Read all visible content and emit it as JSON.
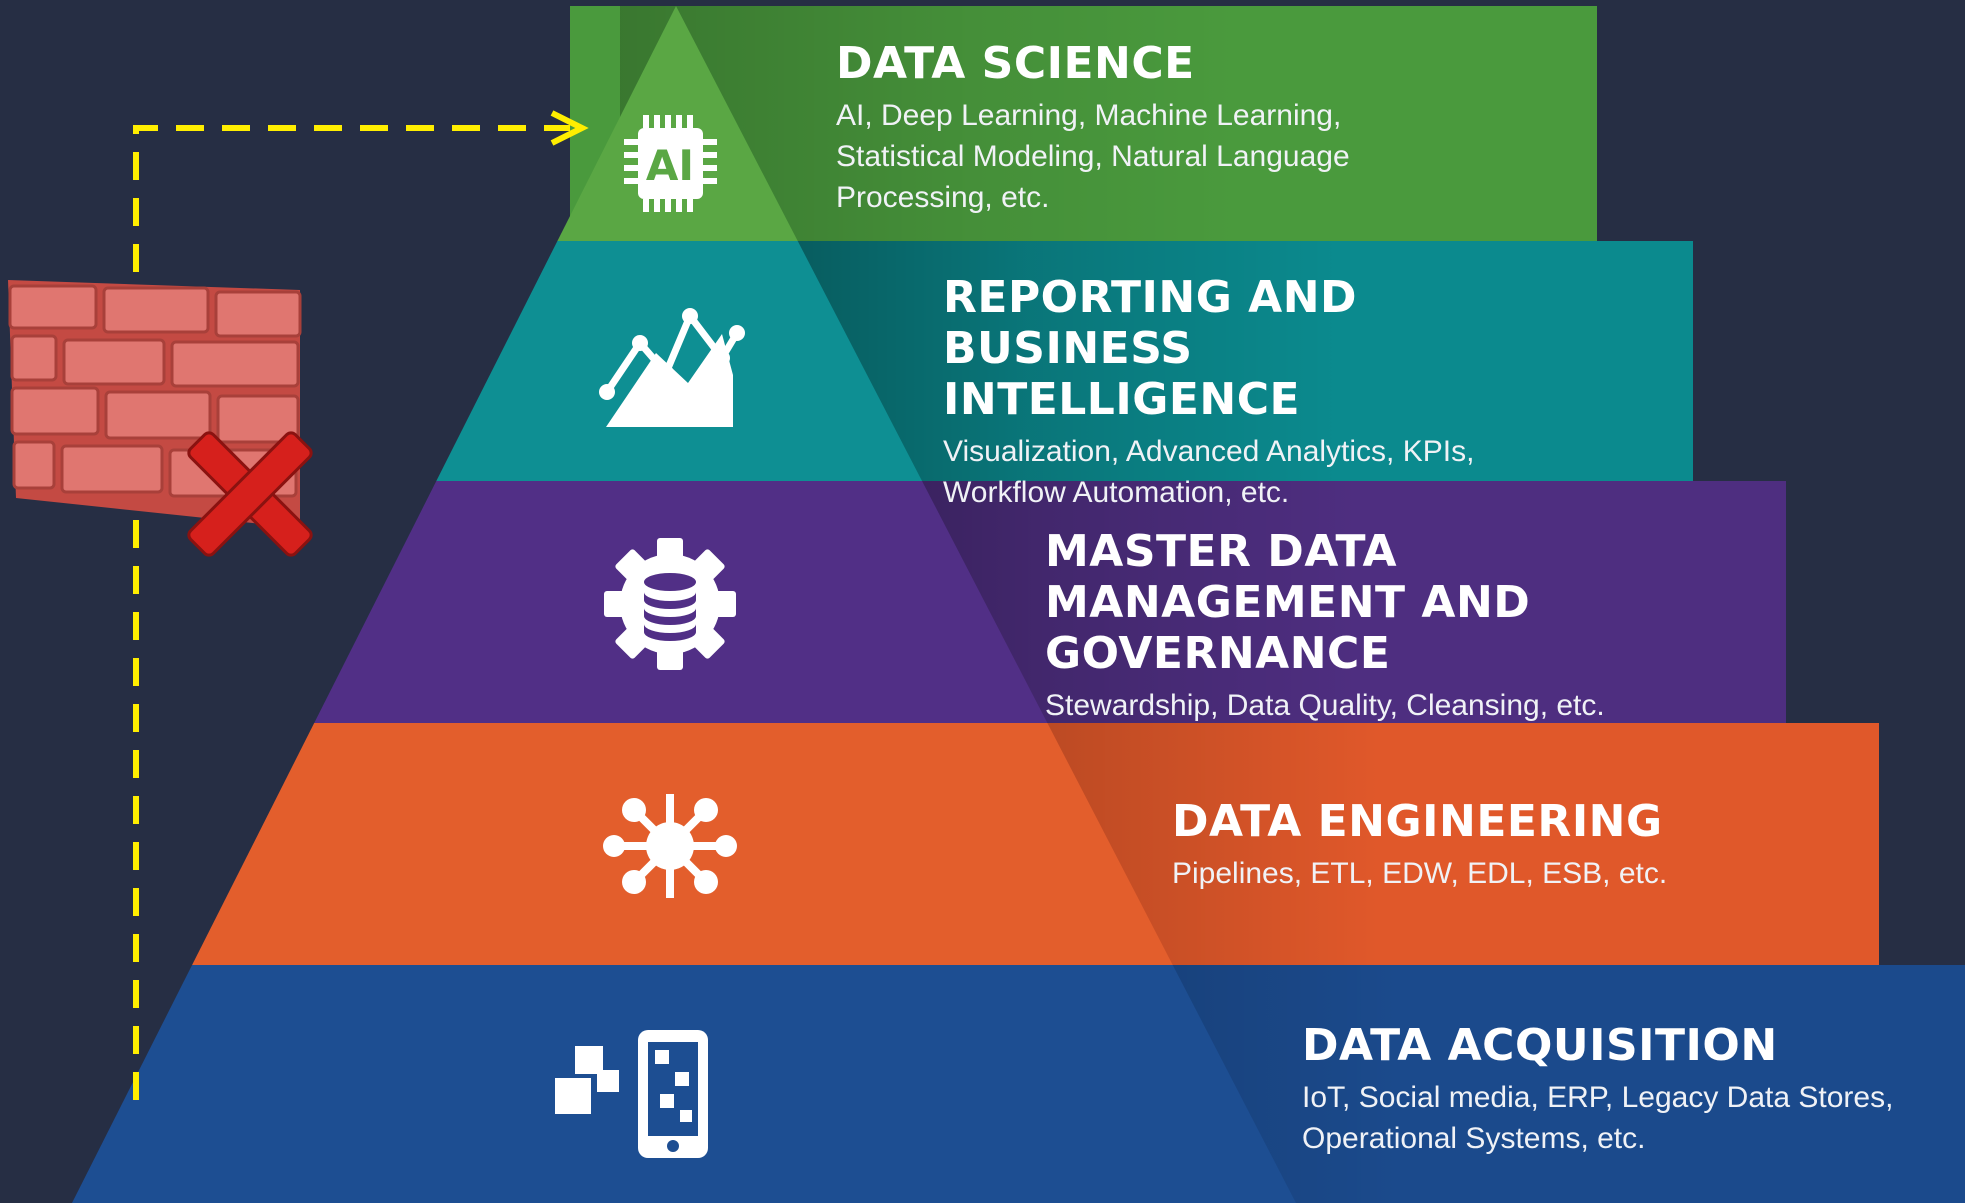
{
  "layers": [
    {
      "title": "DATA SCIENCE",
      "description": "AI, Deep Learning, Machine Learning, Statistical Modeling, Natural Language Processing, etc.",
      "color": "#4a9a3d",
      "icon": "ai-chip-icon",
      "icon_text": "AI"
    },
    {
      "title": "REPORTING AND BUSINESS INTELLIGENCE",
      "description": "Visualization, Advanced Analytics, KPIs, Workflow Automation, etc.",
      "color": "#0b8a8e",
      "icon": "line-chart-icon"
    },
    {
      "title": "MASTER DATA MANAGEMENT AND GOVERNANCE",
      "description": "Stewardship, Data Quality, Cleansing, etc.",
      "color": "#4e2e80",
      "icon": "database-gear-icon"
    },
    {
      "title": "DATA ENGINEERING",
      "description": "Pipelines, ETL, EDW, EDL, ESB, etc.",
      "color": "#e0582a",
      "icon": "network-hub-icon"
    },
    {
      "title": "DATA ACQUISITION",
      "description": "IoT, Social media, ERP, Legacy Data Stores, Operational Systems, etc.",
      "color": "#1b4a8c",
      "icon": "mobile-data-icon"
    }
  ],
  "overlay": {
    "arrow_color": "#ffee00",
    "wall_icon": "brick-wall-icon",
    "blocked_icon": "red-x-icon"
  },
  "background_color": "#262e44"
}
